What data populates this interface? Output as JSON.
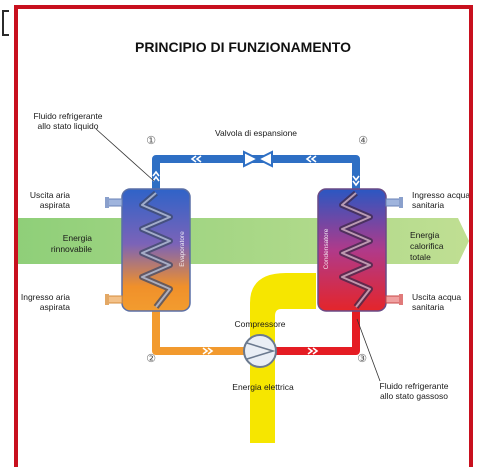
{
  "diagram": {
    "title": "PRINCIPIO DI FUNZIONAMENTO",
    "labels": {
      "fluid_liquid": [
        "Fluido refrigerante",
        "allo stato liquido"
      ],
      "expansion_valve": "Valvola di espansione",
      "air_out": [
        "Uscita aria",
        "aspirata"
      ],
      "air_in": [
        "Ingresso aria",
        "aspirata"
      ],
      "renewable_energy": [
        "Energia",
        "rinnovabile"
      ],
      "water_in": [
        "Ingresso acqua",
        "sanitaria"
      ],
      "water_out": [
        "Uscita acqua",
        "sanitaria"
      ],
      "total_heat_energy": [
        "Energia",
        "calorifica",
        "totale"
      ],
      "compressor": "Compressore",
      "electric_energy": "Energia elettrica",
      "fluid_gas": [
        "Fluido refrigerante",
        "allo stato gassoso"
      ],
      "evaporator": "Evaporatore",
      "condenser": "Condensatore"
    },
    "steps": [
      "①",
      "②",
      "③",
      "④"
    ],
    "colors": {
      "frame": "#c8101e",
      "green_arrow": "#a8d48a",
      "yellow_arrow": "#f6e600",
      "blue_pipe": "#2e6fc4",
      "orange_pipe": "#f29a2e",
      "red_pipe": "#e51c23"
    }
  }
}
